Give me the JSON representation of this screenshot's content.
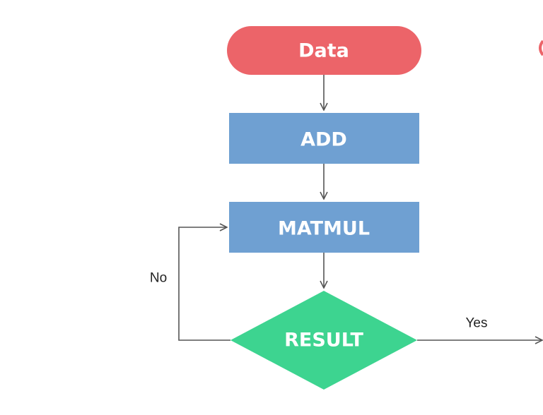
{
  "diagram": {
    "type": "flowchart",
    "nodes": {
      "start": {
        "label": "Data",
        "shape": "terminal",
        "color": "#EC6469"
      },
      "add": {
        "label": "ADD",
        "shape": "process",
        "color": "#6FA0D2"
      },
      "matmul": {
        "label": "MATMUL",
        "shape": "process",
        "color": "#6FA0D2"
      },
      "result": {
        "label": "RESULT",
        "shape": "decision",
        "color": "#3DD490"
      }
    },
    "edges": {
      "no_label": "No",
      "yes_label": "Yes",
      "color": "#555555"
    },
    "connections": [
      {
        "from": "Data",
        "to": "ADD"
      },
      {
        "from": "ADD",
        "to": "MATMUL"
      },
      {
        "from": "MATMUL",
        "to": "RESULT"
      },
      {
        "from": "RESULT",
        "to": "MATMUL",
        "label": "No"
      },
      {
        "from": "RESULT",
        "to": "",
        "label": "Yes"
      }
    ]
  }
}
